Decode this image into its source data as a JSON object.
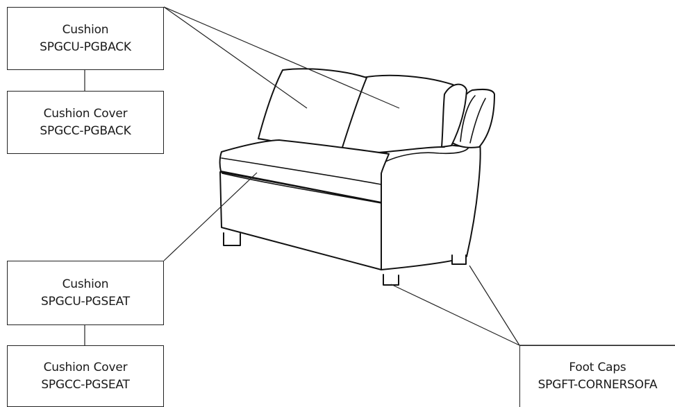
{
  "labels": {
    "back_cushion": {
      "name": "Cushion",
      "code": "SPGCU-PGBACK"
    },
    "back_cushion_cover": {
      "name": "Cushion Cover",
      "code": "SPGCC-PGBACK"
    },
    "seat_cushion": {
      "name": "Cushion",
      "code": "SPGCU-PGSEAT"
    },
    "seat_cushion_cover": {
      "name": "Cushion Cover",
      "code": "SPGCC-PGSEAT"
    },
    "foot_caps": {
      "name": "Foot Caps",
      "code": "SPGFT-CORNERSOFA"
    }
  }
}
